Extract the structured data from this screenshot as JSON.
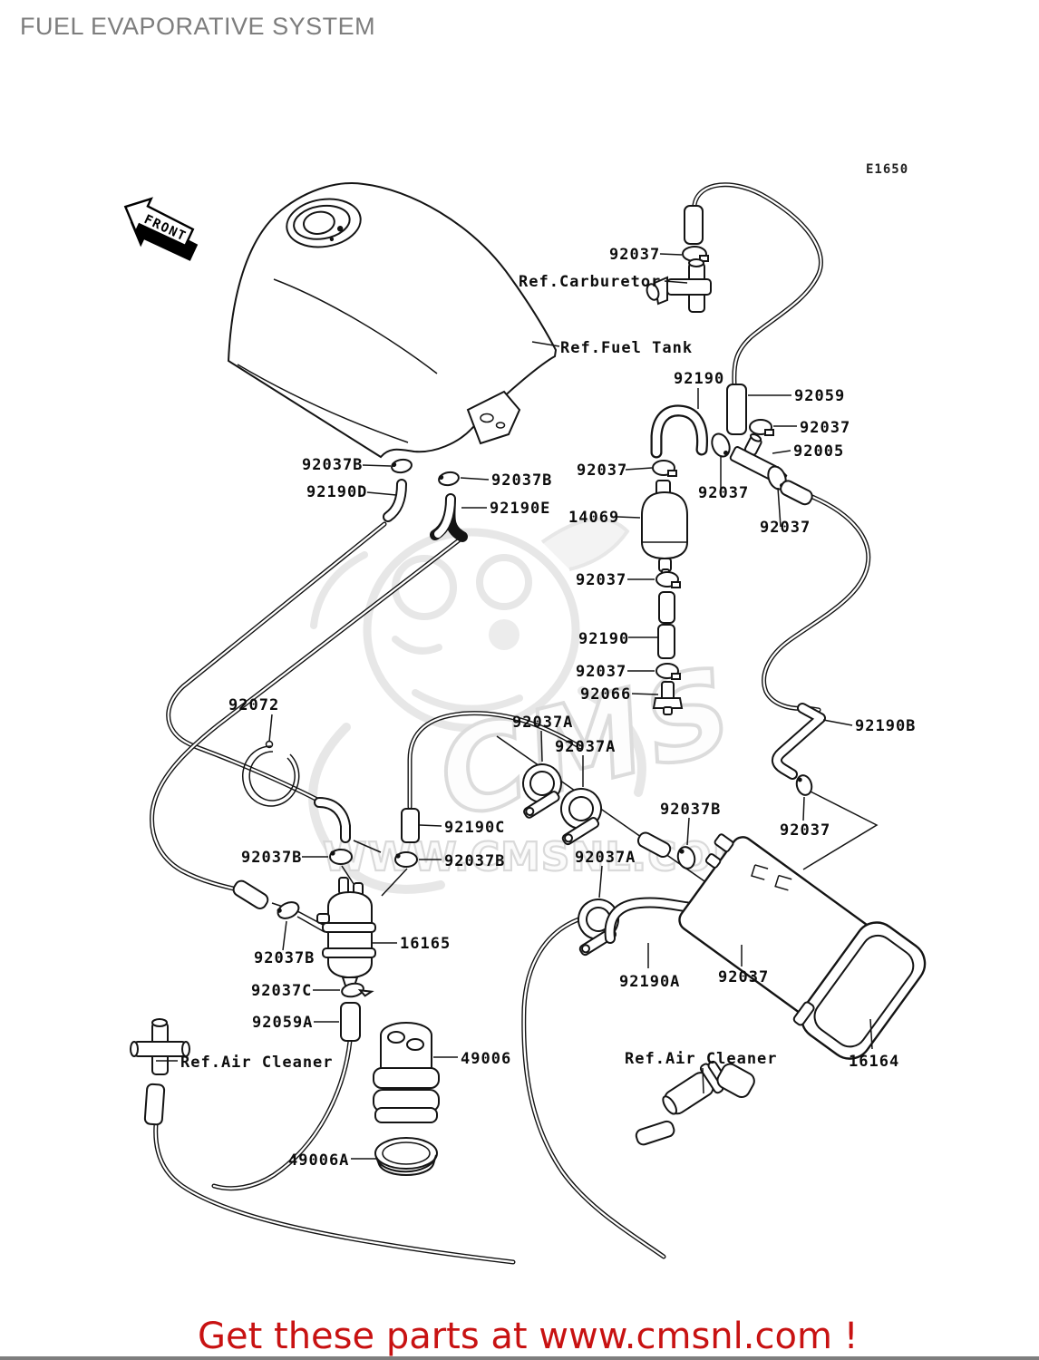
{
  "page": {
    "title": "FUEL EVAPORATIVE SYSTEM",
    "diagram_code": "E1650",
    "front_marker": "FRONT"
  },
  "watermark": {
    "brand": "CMS",
    "url": "WWW.CMSNL.COM"
  },
  "footer": {
    "promo": "Get these parts at www.cmsnl.com !"
  },
  "colors": {
    "title_gray": "#7d7d7d",
    "line_black": "#141414",
    "footer_red": "#c81212",
    "watermark_gray": "#dcdcdc"
  },
  "labels": [
    {
      "text": "92037"
    },
    {
      "text": "Ref.Carburetor"
    },
    {
      "text": "Ref.Fuel Tank"
    },
    {
      "text": "92190"
    },
    {
      "text": "92059"
    },
    {
      "text": "92037"
    },
    {
      "text": "92005"
    },
    {
      "text": "92037B"
    },
    {
      "text": "92037B"
    },
    {
      "text": "92190D"
    },
    {
      "text": "92190E"
    },
    {
      "text": "92037"
    },
    {
      "text": "14069"
    },
    {
      "text": "92037"
    },
    {
      "text": "92037"
    },
    {
      "text": "92037"
    },
    {
      "text": "92190"
    },
    {
      "text": "92037"
    },
    {
      "text": "92066"
    },
    {
      "text": "92072"
    },
    {
      "text": "92037A"
    },
    {
      "text": "92037A"
    },
    {
      "text": "92190B"
    },
    {
      "text": "92037B"
    },
    {
      "text": "92190C"
    },
    {
      "text": "92037"
    },
    {
      "text": "92037B"
    },
    {
      "text": "92037B"
    },
    {
      "text": "92037A"
    },
    {
      "text": "16165"
    },
    {
      "text": "92037B"
    },
    {
      "text": "92037C"
    },
    {
      "text": "92059A"
    },
    {
      "text": "Ref.Air Cleaner"
    },
    {
      "text": "49006"
    },
    {
      "text": "92190A"
    },
    {
      "text": "92037"
    },
    {
      "text": "16164"
    },
    {
      "text": "Ref.Air Cleaner"
    },
    {
      "text": "49006A"
    }
  ]
}
